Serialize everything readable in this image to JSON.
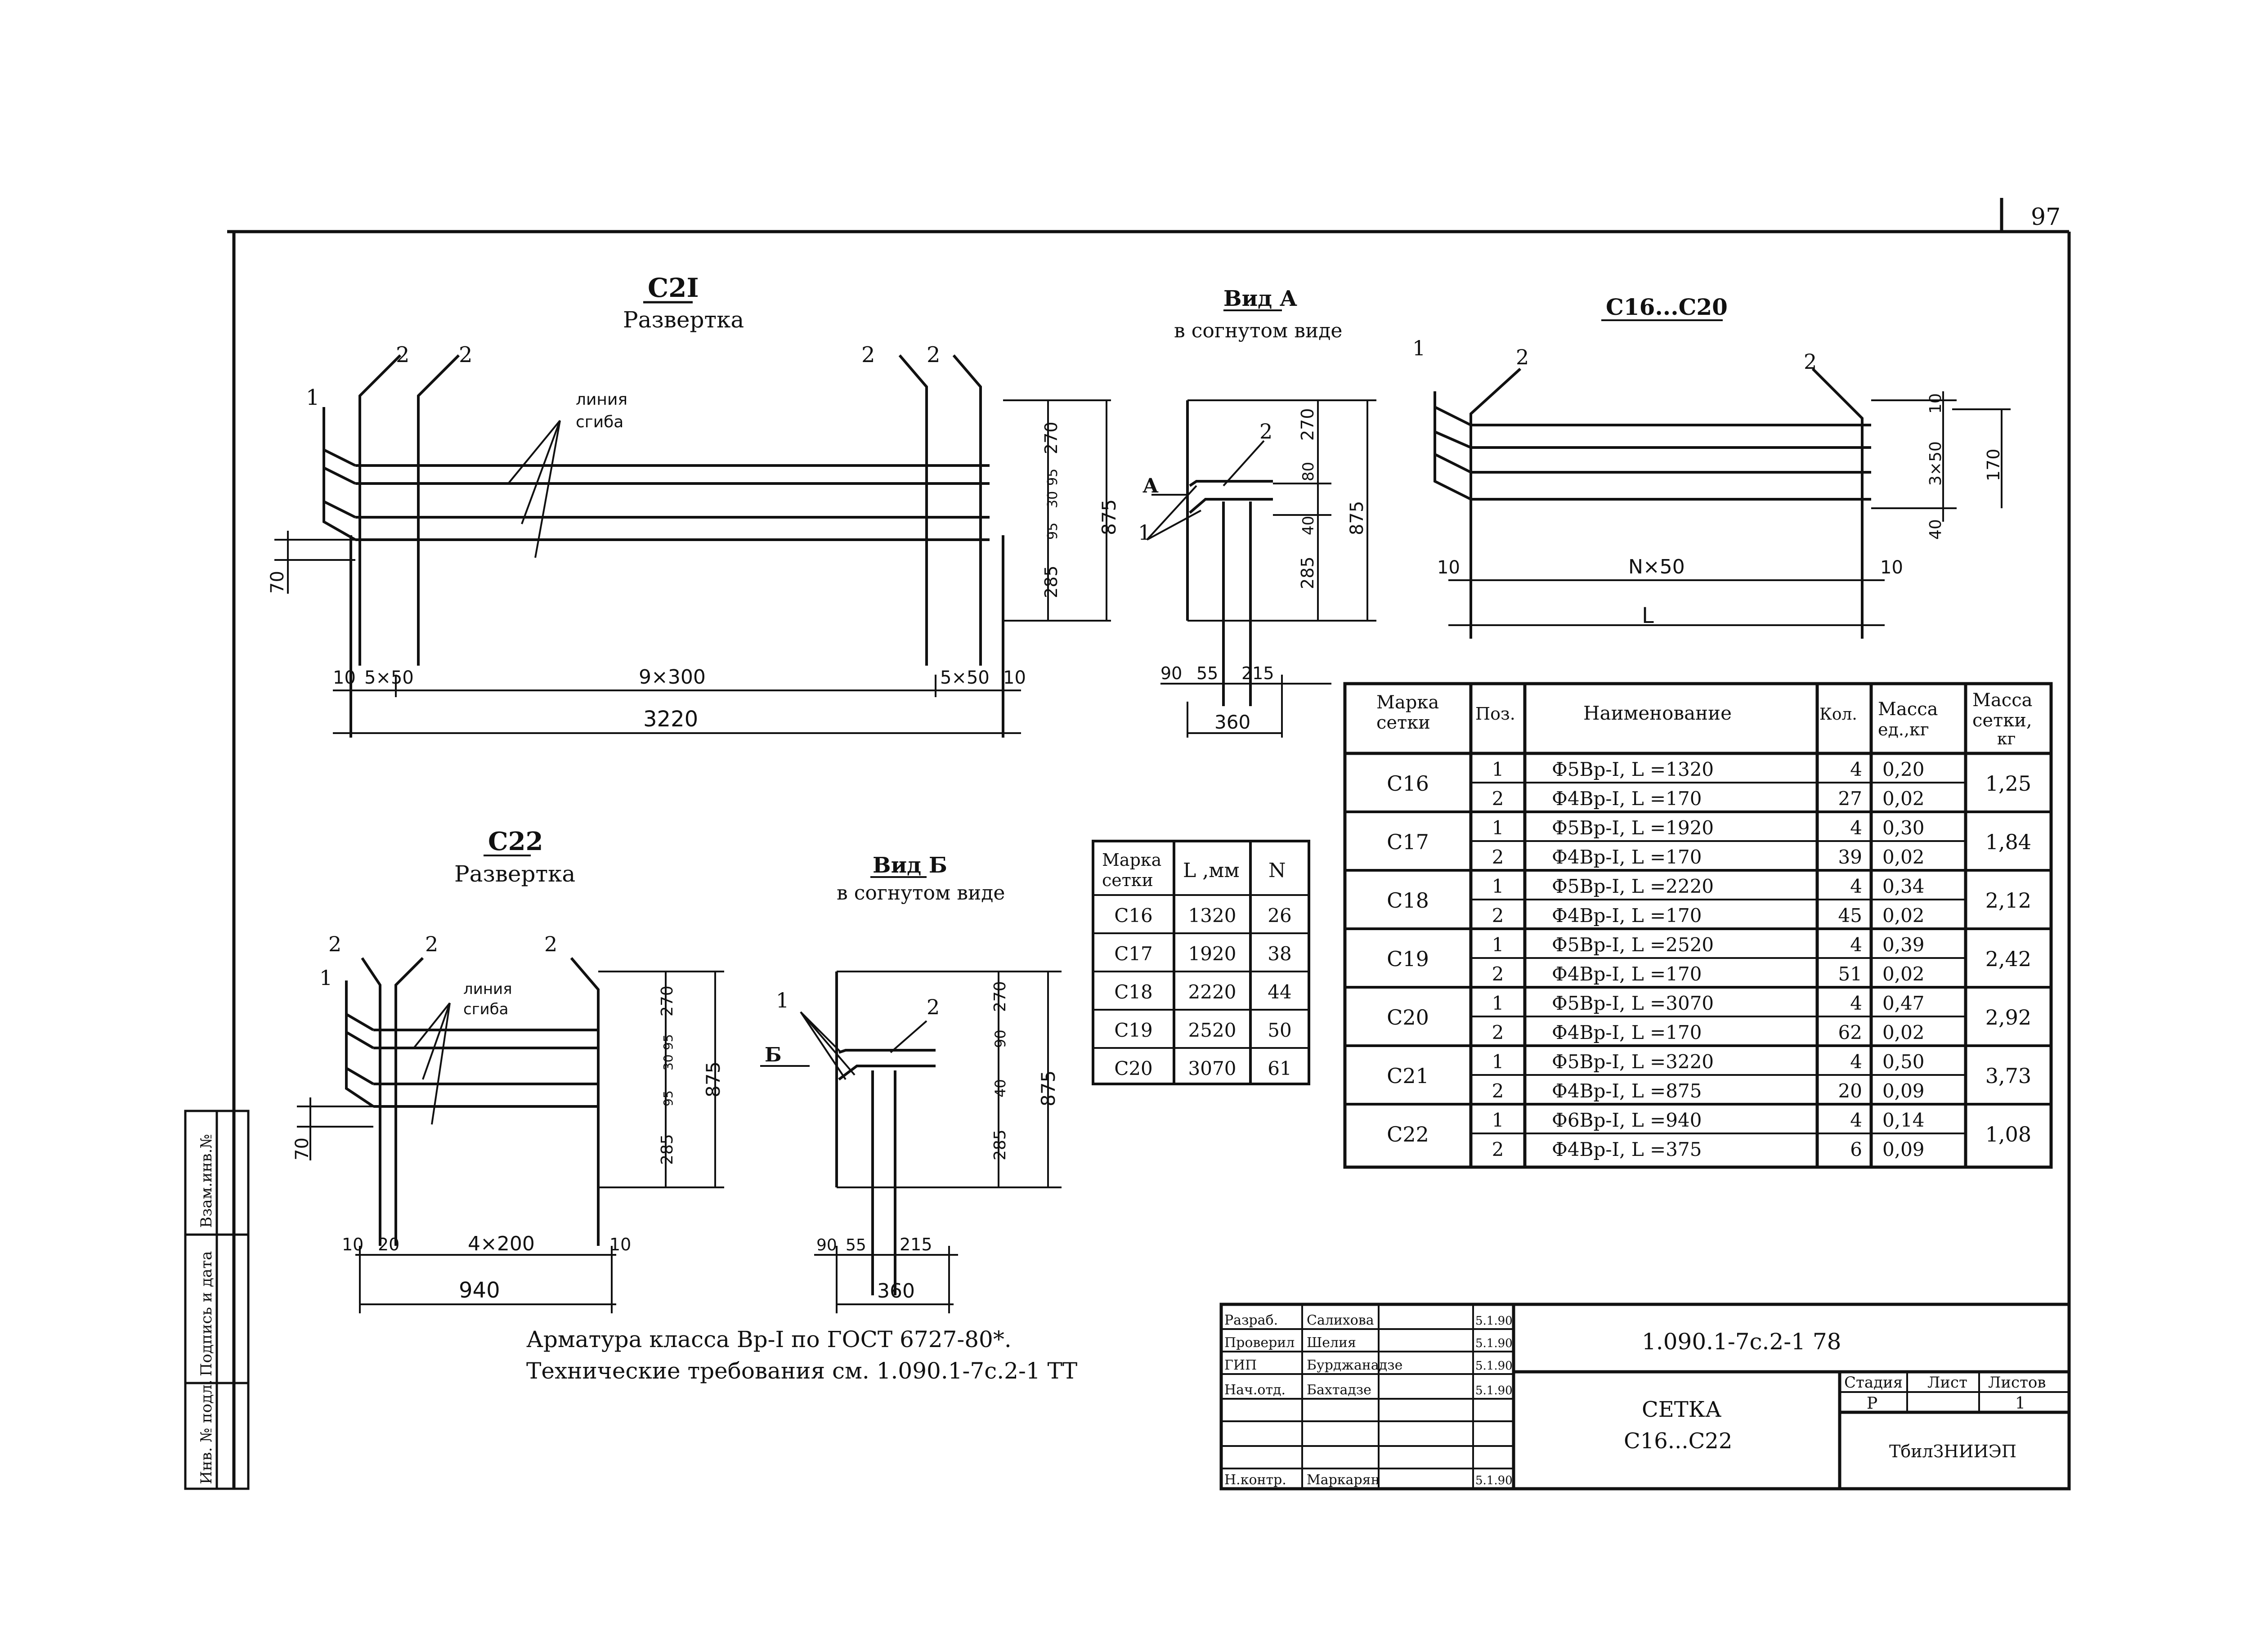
{
  "sheet": {
    "number": "97"
  },
  "c21": {
    "title": "С2I",
    "subtitle": "Развертка",
    "bend_line": "линия\nсгиба",
    "pos_labels": [
      "1",
      "2",
      "2",
      "2",
      "2"
    ],
    "dims": {
      "left70": "70",
      "d10a": "10",
      "d5x50a": "5×50",
      "d9x300": "9×300",
      "d5x50b": "5×50",
      "d10b": "10",
      "total": "3220",
      "r270": "270",
      "r95": "95",
      "r30": "30",
      "r95b": "95",
      "r285": "285",
      "r875": "875"
    }
  },
  "vidA": {
    "title": "Вид А",
    "subtitle": "в согнутом виде",
    "arrow": "А",
    "pos1": "1",
    "pos2": "2",
    "dims": {
      "d90": "90",
      "d55": "55",
      "d215": "215",
      "d360": "360",
      "v270": "270",
      "v80": "80",
      "v40": "40",
      "v285": "285",
      "v875": "875"
    }
  },
  "c16": {
    "title": "С16...С20",
    "pos": [
      "1",
      "2",
      "2"
    ],
    "dims": {
      "d10a": "10",
      "nx50": "N×50",
      "d10b": "10",
      "L": "L",
      "v10": "10",
      "v3x50": "3×50",
      "v40": "40",
      "v170": "170"
    }
  },
  "c22": {
    "title": "С22",
    "subtitle": "Развертка",
    "bend_line": "линия\nсгиба",
    "pos_labels": [
      "2",
      "2",
      "1",
      "2"
    ],
    "dims": {
      "left70": "70",
      "d10a": "10",
      "d20": "20",
      "d4x200": "4×200",
      "d10b": "10",
      "total": "940",
      "r270": "270",
      "r95": "95",
      "r30": "30",
      "r95b": "95",
      "r285": "285",
      "r875": "875"
    }
  },
  "vidB": {
    "title": "Вид Б",
    "subtitle": "в согнутом виде",
    "arrow": "Б",
    "pos1": "1",
    "pos2": "2",
    "dims": {
      "d90": "90",
      "d55": "55",
      "d215": "215",
      "d360": "360",
      "v270": "270",
      "v90": "90",
      "v40": "40",
      "v285": "285",
      "v875": "875"
    }
  },
  "table_small": {
    "headers": [
      "Марка\nсетки",
      "L ,мм",
      "N"
    ],
    "rows": [
      [
        "С16",
        "1320",
        "26"
      ],
      [
        "С17",
        "1920",
        "38"
      ],
      [
        "С18",
        "2220",
        "44"
      ],
      [
        "С19",
        "2520",
        "50"
      ],
      [
        "С20",
        "3070",
        "61"
      ]
    ]
  },
  "table_main": {
    "headers": [
      "Марка\nсетки",
      "Поз.",
      "Наименование",
      "Кол.",
      "Масса\nед.,кг",
      "Масса\nсетки,\nкг"
    ],
    "groups": [
      {
        "mark": "С16",
        "mass": "1,25",
        "rows": [
          [
            "1",
            "Ф5Вр-I, L =1320",
            "4",
            "0,20"
          ],
          [
            "2",
            "Ф4Вр-I, L =170",
            "27",
            "0,02"
          ]
        ]
      },
      {
        "mark": "С17",
        "mass": "1,84",
        "rows": [
          [
            "1",
            "Ф5Вр-I, L =1920",
            "4",
            "0,30"
          ],
          [
            "2",
            "Ф4Вр-I, L =170",
            "39",
            "0,02"
          ]
        ]
      },
      {
        "mark": "С18",
        "mass": "2,12",
        "rows": [
          [
            "1",
            "Ф5Вр-I, L =2220",
            "4",
            "0,34"
          ],
          [
            "2",
            "Ф4Вр-I, L =170",
            "45",
            "0,02"
          ]
        ]
      },
      {
        "mark": "С19",
        "mass": "2,42",
        "rows": [
          [
            "1",
            "Ф5Вр-I, L =2520",
            "4",
            "0,39"
          ],
          [
            "2",
            "Ф4Вр-I, L =170",
            "51",
            "0,02"
          ]
        ]
      },
      {
        "mark": "С20",
        "mass": "2,92",
        "rows": [
          [
            "1",
            "Ф5Вр-I, L =3070",
            "4",
            "0,47"
          ],
          [
            "2",
            "Ф4Вр-I, L =170",
            "62",
            "0,02"
          ]
        ]
      },
      {
        "mark": "С21",
        "mass": "3,73",
        "rows": [
          [
            "1",
            "Ф5Вр-I, L =3220",
            "4",
            "0,50"
          ],
          [
            "2",
            "Ф4Вр-I, L =875",
            "20",
            "0,09"
          ]
        ]
      },
      {
        "mark": "С22",
        "mass": "1,08",
        "rows": [
          [
            "1",
            "Ф6Вр-I, L =940",
            "4",
            "0,14"
          ],
          [
            "2",
            "Ф4Вр-I, L =375",
            "6",
            "0,09"
          ]
        ]
      }
    ]
  },
  "notes": {
    "line1": "Арматура класса Вр-I по ГОСТ 6727-80*.",
    "line2": "Технические требования см. 1.090.1-7с.2-1 ТТ"
  },
  "side_strip": [
    "Инв. № подл.",
    "Подпись и дата",
    "Взам.инв.№"
  ],
  "title_block": {
    "code": "1.090.1-7с.2-1 78",
    "staff": [
      {
        "role": "Разраб.",
        "name": "Салихова",
        "date": "5.1.90"
      },
      {
        "role": "Проверил",
        "name": "Шелия",
        "date": "5.1.90"
      },
      {
        "role": "ГИП",
        "name": "Бурджанадзе",
        "date": "5.1.90"
      },
      {
        "role": "Нач.отд.",
        "name": "Бахтадзе",
        "date": "5.1.90"
      },
      {
        "role": "",
        "name": "",
        "date": ""
      },
      {
        "role": "",
        "name": "",
        "date": ""
      },
      {
        "role": "Н.контр.",
        "name": "Маркарян",
        "date": "5.1.90"
      }
    ],
    "name_line1": "СЕТКА",
    "name_line2": "С16...С22",
    "stage_label": "Стадия",
    "sheet_label": "Лист",
    "sheets_label": "Листов",
    "stage": "Р",
    "sheet": "",
    "sheets": "1",
    "org": "ТбилЗНИИЭП"
  }
}
